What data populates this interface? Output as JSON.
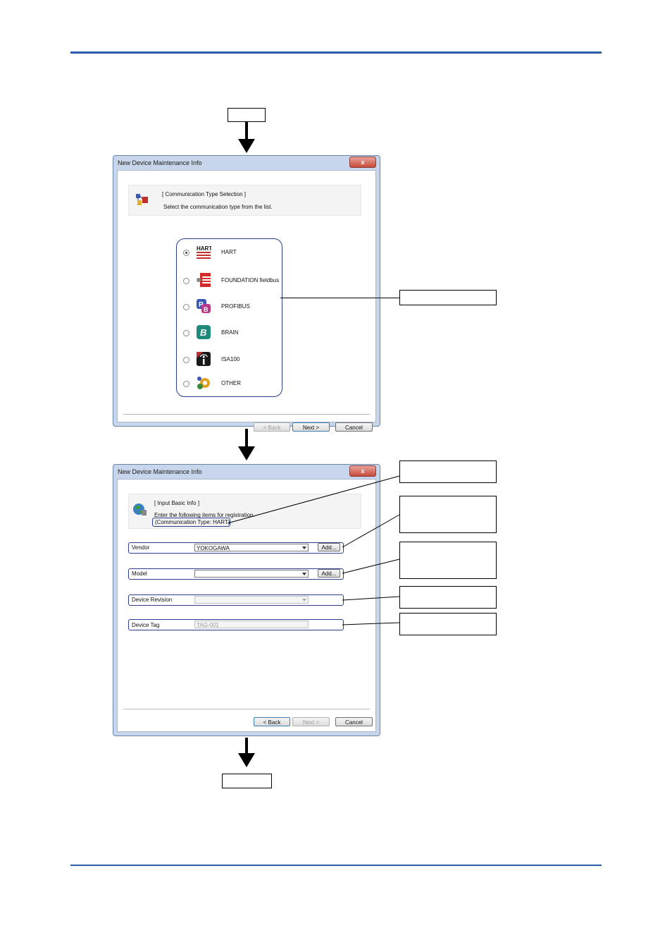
{
  "dialog1": {
    "title": "New Device Maintenance Info",
    "close_label": "x",
    "header_title": "[ Communication Type Selection ]",
    "header_sub": "Select the communication type from the list.",
    "options": [
      {
        "label": "HART",
        "selected": true,
        "icon": "hart-logo-icon"
      },
      {
        "label": "FOUNDATION fieldbus",
        "selected": false,
        "icon": "fieldbus-icon"
      },
      {
        "label": "PROFIBUS",
        "selected": false,
        "icon": "profibus-icon"
      },
      {
        "label": "BRAIN",
        "selected": false,
        "icon": "brain-icon"
      },
      {
        "label": "ISA100",
        "selected": false,
        "icon": "isa100-icon"
      },
      {
        "label": "OTHER",
        "selected": false,
        "icon": "gear-icon"
      }
    ],
    "back_label": "< Back",
    "next_label": "Next >",
    "cancel_label": "Cancel"
  },
  "dialog2": {
    "title": "New Device Maintenance Info",
    "close_label": "x",
    "header_title": "[ Input Basic Info ]",
    "header_sub": "Enter the following items for registration.",
    "comm_type": "(Communication Type: HART)",
    "vendor_label": "Vendor",
    "vendor_value": "YOKOGAWA",
    "model_label": "Model",
    "model_value": "",
    "revision_label": "Device Revision",
    "revision_value": "",
    "tag_label": "Device Tag",
    "tag_value": "TAG-001",
    "add_label": "Add...",
    "back_label": "< Back",
    "next_label": "Next >",
    "cancel_label": "Cancel"
  },
  "colors": {
    "rule": "#2a5caa",
    "highlight": "#2b3f8e"
  }
}
